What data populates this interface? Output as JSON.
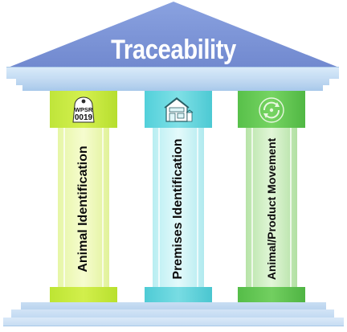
{
  "title": "Traceability",
  "pillars": [
    {
      "label": "Animal Identification",
      "icon": "ear-tag-icon",
      "tag_text_line1": "WPSR",
      "tag_text_line2": "0019",
      "color": "#c4e83c"
    },
    {
      "label": "Premises Identification",
      "icon": "farm-building-icon",
      "color": "#5fd4dd"
    },
    {
      "label": "Animal/Product Movement",
      "icon": "circular-arrows-icon",
      "color": "#5fc84e"
    }
  ],
  "colors": {
    "roof": "#7e95d6",
    "beam": "#c6ddf4"
  }
}
